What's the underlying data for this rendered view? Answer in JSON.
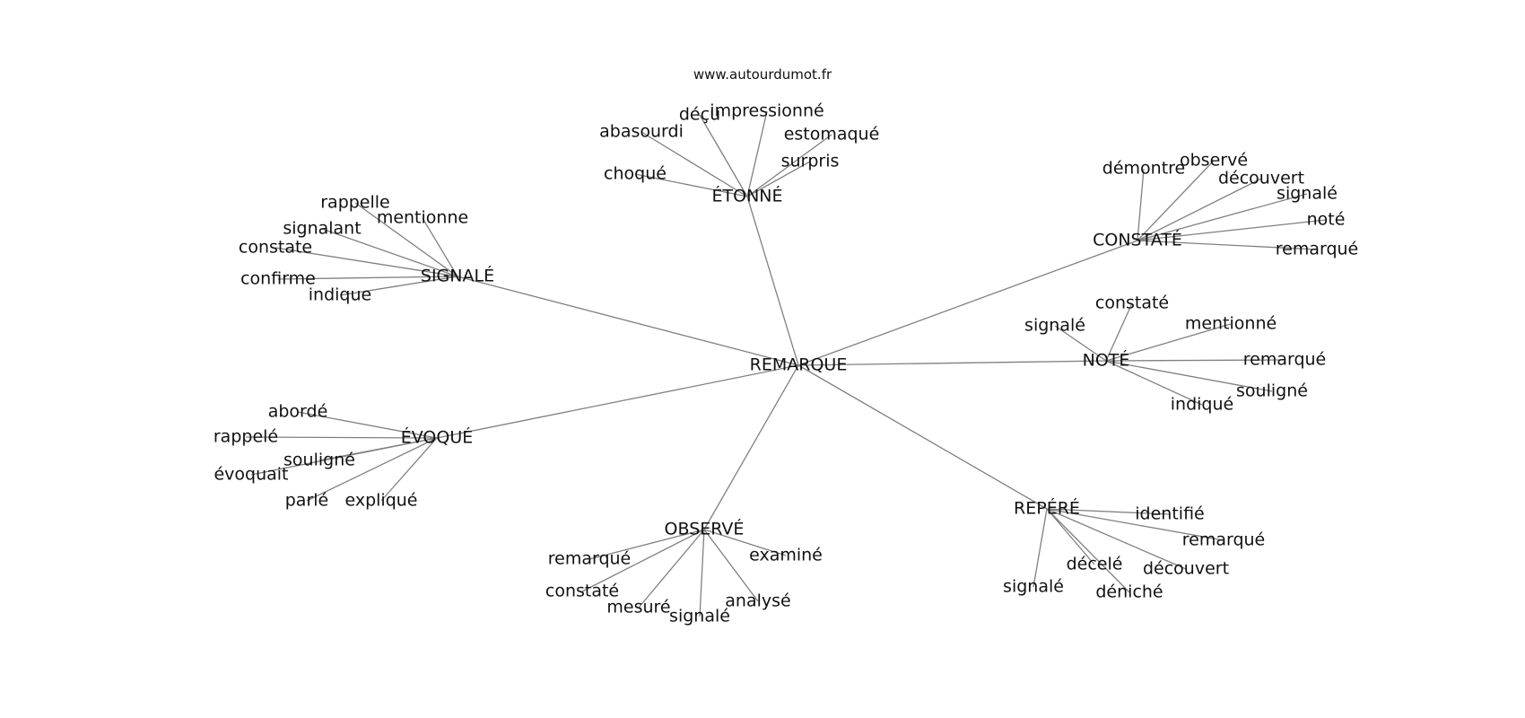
{
  "watermark": "www.autourdumot.fr",
  "graph": {
    "center": {
      "id": "center",
      "label": "REMARQUE"
    },
    "groups": [
      {
        "id": "etonne",
        "label": "ÉTONNÉ",
        "children": [
          "abasourdi",
          "déçu",
          "impressionné",
          "estomaqué",
          "surpris",
          "choqué"
        ]
      },
      {
        "id": "constate",
        "label": "CONSTATÉ",
        "children": [
          "démontre",
          "observé",
          "découvert",
          "signalé",
          "noté",
          "remarqué"
        ]
      },
      {
        "id": "signale",
        "label": "SIGNALÉ",
        "children": [
          "rappelle",
          "mentionne",
          "signalant",
          "constate",
          "confirme",
          "indique"
        ]
      },
      {
        "id": "note",
        "label": "NOTÉ",
        "children": [
          "constaté",
          "signalé",
          "mentionné",
          "remarqué",
          "souligné",
          "indiqué"
        ]
      },
      {
        "id": "evoque",
        "label": "ÉVOQUÉ",
        "children": [
          "abordé",
          "rappelé",
          "souligné",
          "évoquait",
          "parlé",
          "expliqué"
        ]
      },
      {
        "id": "observe",
        "label": "OBSERVÉ",
        "children": [
          "remarqué",
          "examiné",
          "constaté",
          "mesuré",
          "signalé",
          "analysé"
        ]
      },
      {
        "id": "repere",
        "label": "REPÉRÉ",
        "children": [
          "identifié",
          "remarqué",
          "décelé",
          "découvert",
          "signalé",
          "déniché"
        ]
      }
    ]
  }
}
